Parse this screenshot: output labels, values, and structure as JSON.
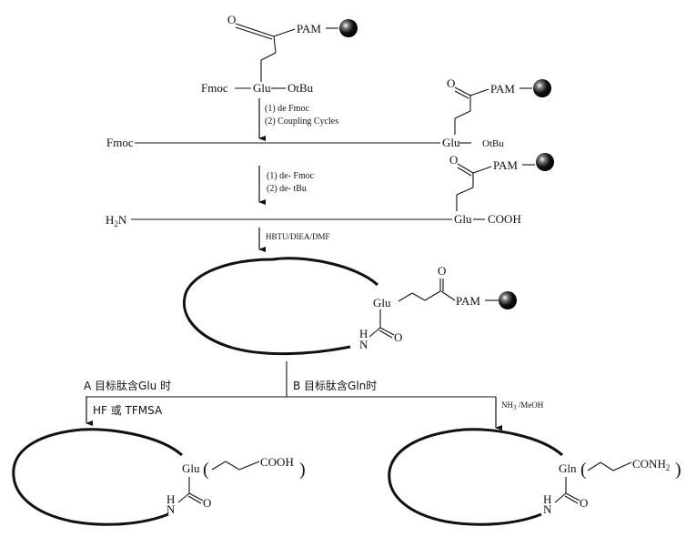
{
  "title": "Cyclic peptide synthesis via Glu side-chain anchoring on PAM resin",
  "labels": {
    "pam": "PAM",
    "o": "O",
    "fmoc": "Fmoc",
    "glu": "Glu",
    "gln": "Gln",
    "otbu": "OtBu",
    "cooh": "COOH",
    "h2n": "H2N",
    "h": "H",
    "n": "N",
    "conh2": "CONH2"
  },
  "steps": {
    "step1": [
      "(1)  de  Fmoc",
      "(2) Coupling Cycles"
    ],
    "step2": [
      "(1)  de- Fmoc",
      "(2)  de- tBu"
    ],
    "step3": "HBTU/DIEA/DMF",
    "branch_a": "A 目标肽含Glu  时",
    "branch_b": "B 目标肽含Gln时",
    "reagent_a": "HF 或 TFMSA",
    "reagent_b": "NH3 /MeOH"
  }
}
